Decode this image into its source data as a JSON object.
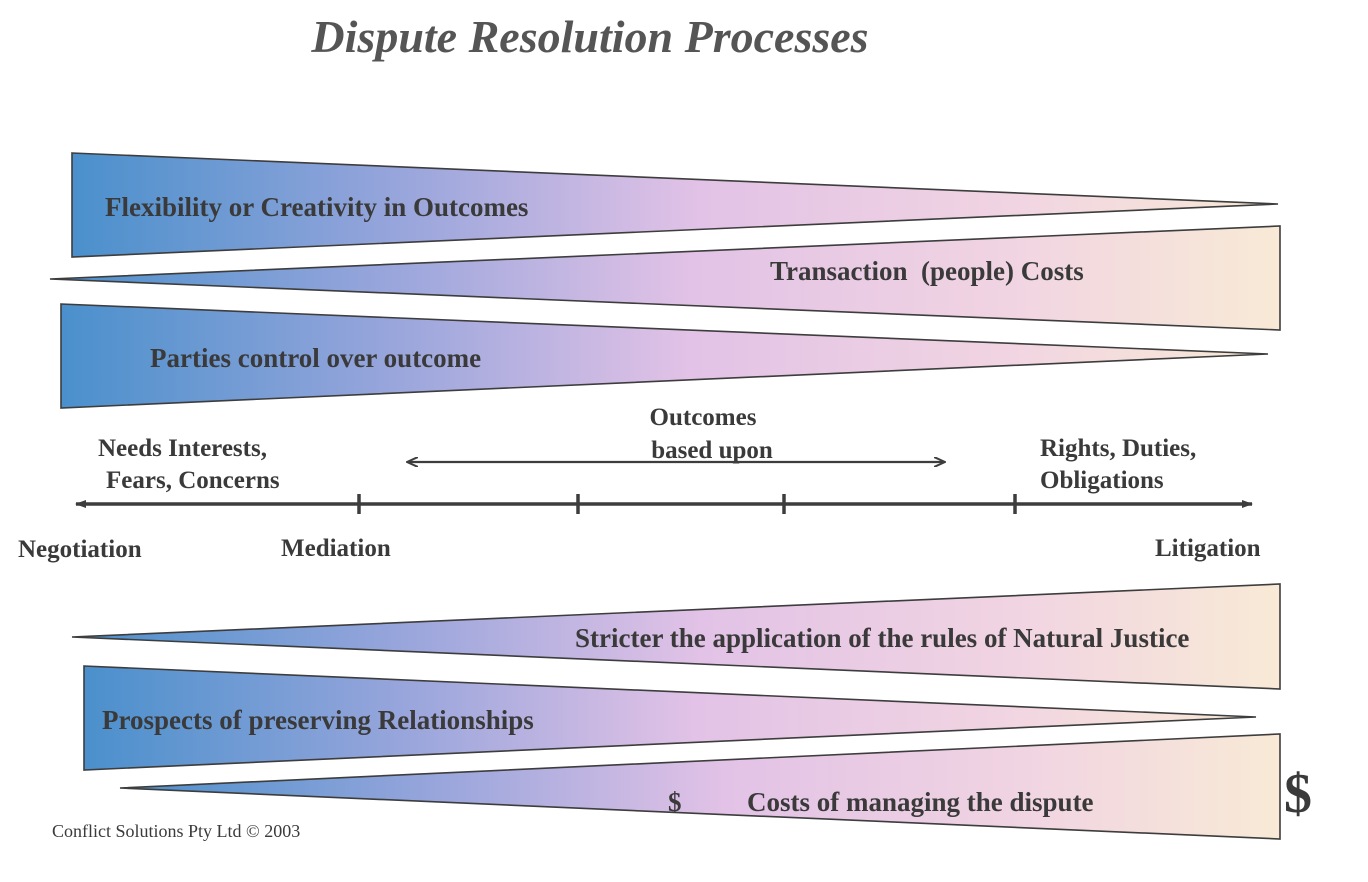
{
  "title": "Dispute Resolution Processes",
  "colors": {
    "wedge_blue": "#4a90cc",
    "wedge_pink": "#e6c4e4",
    "wedge_peach": "#f8e8d4",
    "text": "#3a3a3a",
    "title": "#555555"
  },
  "bands_top": [
    {
      "label": "Flexibility or Creativity in Outcomes",
      "direction": "wide-left"
    },
    {
      "label": "Transaction  (people) Costs",
      "direction": "wide-right"
    },
    {
      "label": "Parties control over outcome",
      "direction": "wide-left"
    }
  ],
  "spectrum": {
    "left_note": [
      "Needs Interests,",
      "Fears, Concerns"
    ],
    "center_note": [
      "Outcomes",
      "based upon"
    ],
    "right_note": [
      "Rights, Duties,",
      "Obligations"
    ],
    "processes": {
      "left": "Negotiation",
      "second": "Mediation",
      "right": "Litigation"
    }
  },
  "bands_bottom": [
    {
      "label": "Stricter the application of the rules of Natural Justice",
      "direction": "wide-right"
    },
    {
      "label": "Prospects of preserving Relationships",
      "direction": "wide-left"
    },
    {
      "label": "Costs of managing the dispute",
      "prefix": "$",
      "direction": "wide-right"
    }
  ],
  "big_dollar": "$",
  "footer": "Conflict Solutions Pty Ltd © 2003"
}
